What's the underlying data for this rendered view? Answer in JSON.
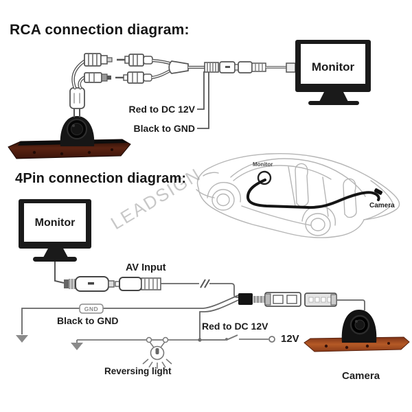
{
  "watermark": "LEADSIGN",
  "rca": {
    "title": "RCA  connection diagram:",
    "red_label": "Red to DC 12V",
    "black_label": "Black to GND",
    "monitor_label": "Monitor"
  },
  "car": {
    "monitor_label": "Monitor",
    "camera_label": "Camera"
  },
  "pin4": {
    "title": "4Pin connection diagram:",
    "monitor_label": "Monitor",
    "av_input_label": "AV Input",
    "gnd_tag": "GND",
    "black_label": "Black to GND",
    "red_label": "Red to DC 12V",
    "v12_label": "12V",
    "reversing_label": "Reversing light",
    "camera_label": "Camera"
  },
  "colors": {
    "background": "#ffffff",
    "line_gray": "#5a5a5a",
    "thin_wire": "#6a6a6a",
    "car_outline": "#b5b5b5",
    "camera_black": "#141414",
    "bracket_dark_maroon": "#4a1a10",
    "bracket_orange": "#b55a26",
    "watermark_gray": "#9a9a9a",
    "text_black": "#1c1c1c"
  }
}
